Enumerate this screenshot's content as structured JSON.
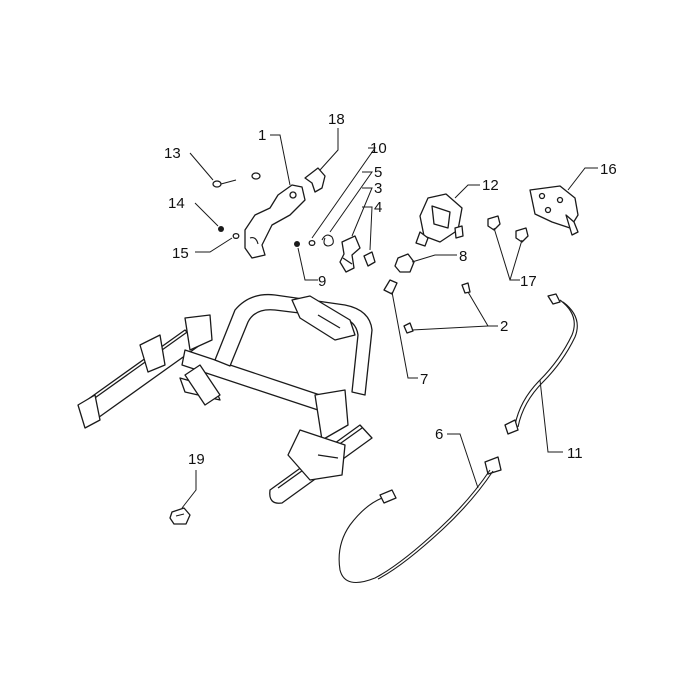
{
  "diagram": {
    "callouts": [
      {
        "id": "c1",
        "text": "1"
      },
      {
        "id": "c2",
        "text": "2"
      },
      {
        "id": "c3",
        "text": "3"
      },
      {
        "id": "c4",
        "text": "4"
      },
      {
        "id": "c5",
        "text": "5"
      },
      {
        "id": "c6",
        "text": "6"
      },
      {
        "id": "c7",
        "text": "7"
      },
      {
        "id": "c8",
        "text": "8"
      },
      {
        "id": "c9",
        "text": "9"
      },
      {
        "id": "c10",
        "text": "10"
      },
      {
        "id": "c11",
        "text": "11"
      },
      {
        "id": "c12",
        "text": "12"
      },
      {
        "id": "c13",
        "text": "13"
      },
      {
        "id": "c14",
        "text": "14"
      },
      {
        "id": "c15",
        "text": "15"
      },
      {
        "id": "c16",
        "text": "16"
      },
      {
        "id": "c17",
        "text": "17"
      },
      {
        "id": "c18",
        "text": "18"
      },
      {
        "id": "c19",
        "text": "19"
      }
    ]
  },
  "colors": {
    "line": "#1a1a1a",
    "background": "#ffffff"
  }
}
